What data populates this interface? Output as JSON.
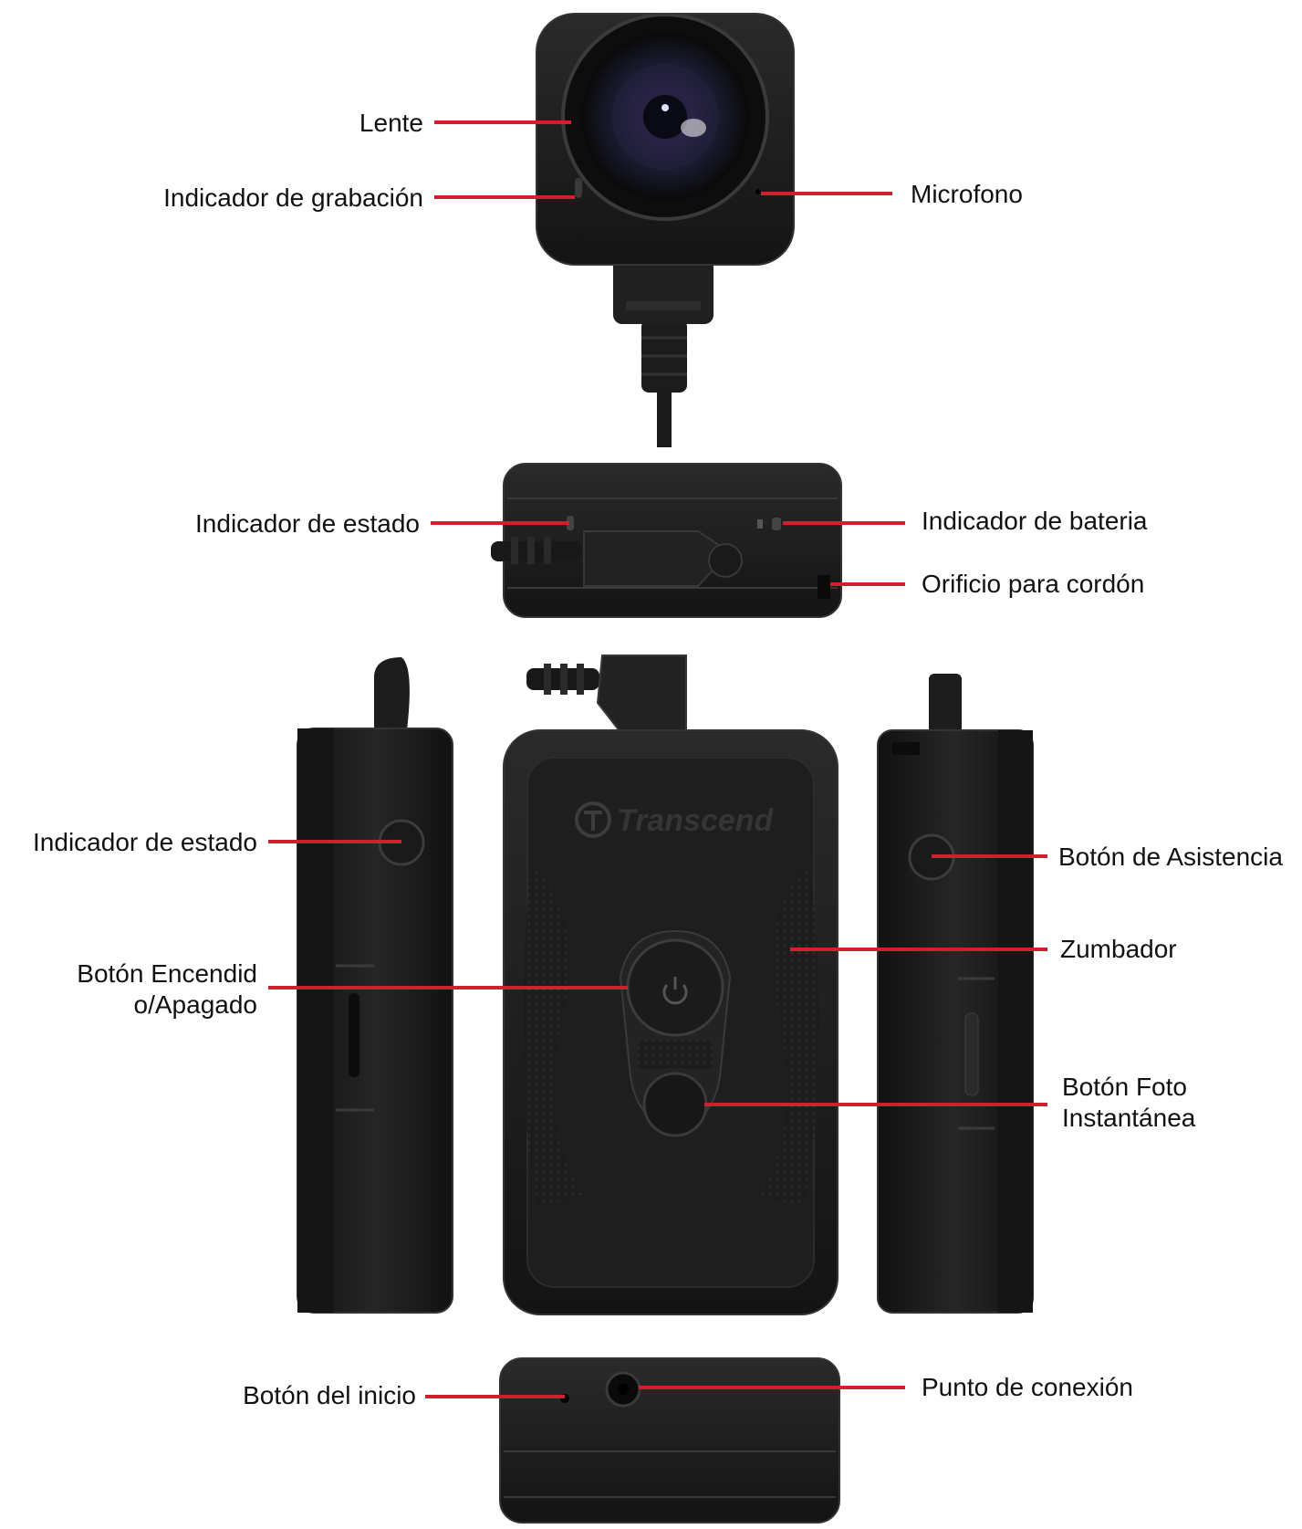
{
  "colors": {
    "leader": "#d0202e",
    "device_body": "#1b1b1b",
    "device_edge": "#2e2e2e",
    "background": "#ffffff"
  },
  "brand": {
    "logo_text": "Transcend"
  },
  "labels": {
    "lens": "Lente",
    "recording_indicator": "Indicador de grabación",
    "microphone": "Microfono",
    "status_indicator_top": "Indicador  de  estado",
    "battery_indicator": "Indicador de bateria",
    "lanyard_hole": "Orificio para cordón",
    "status_indicator_side": "Indicador  de  estado",
    "assist_button": "Botón de Asistencia",
    "buzzer": "Zumbador",
    "power_button": "Botón  Encendid\no/Apagado",
    "snapshot_button": "Botón Foto\nInstantánea",
    "reset_button": "Botón  del  inicio",
    "connection_port": "Punto de conexión"
  },
  "icons": {
    "power": "power-icon",
    "camera_lens": "camera-lens-icon"
  }
}
